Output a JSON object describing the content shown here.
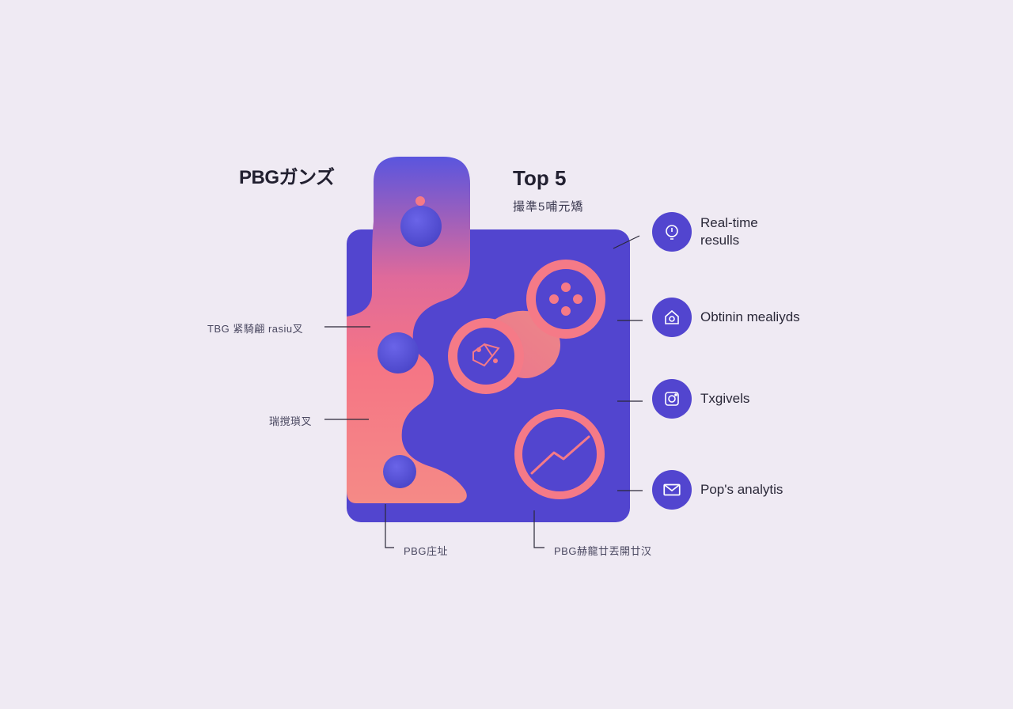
{
  "header": {
    "left_title": "PBGガンズ",
    "right_title": "Top 5",
    "right_subtitle": "撮準5哺元矯"
  },
  "callouts": {
    "left_upper": "TBG 紧騎翩 rasiu叉",
    "left_middle": "瑞撹瑣叉",
    "bottom_left": "PBG庄址",
    "bottom_right": "PBG赫龍廿丟開廿汉"
  },
  "features": [
    {
      "icon": "bulb-icon",
      "label_line1": "Real-time",
      "label_line2": "resulls"
    },
    {
      "icon": "home-icon",
      "label_line1": "Obtinin mealiyds",
      "label_line2": ""
    },
    {
      "icon": "camera-icon",
      "label_line1": "Txgivels",
      "label_line2": ""
    },
    {
      "icon": "mail-icon",
      "label_line1": "Pop's analytis",
      "label_line2": ""
    }
  ],
  "colors": {
    "background": "#efeaf3",
    "indigo": "#5245cf",
    "coral": "#f57a87",
    "blue_blob": "#5a5fe0"
  }
}
